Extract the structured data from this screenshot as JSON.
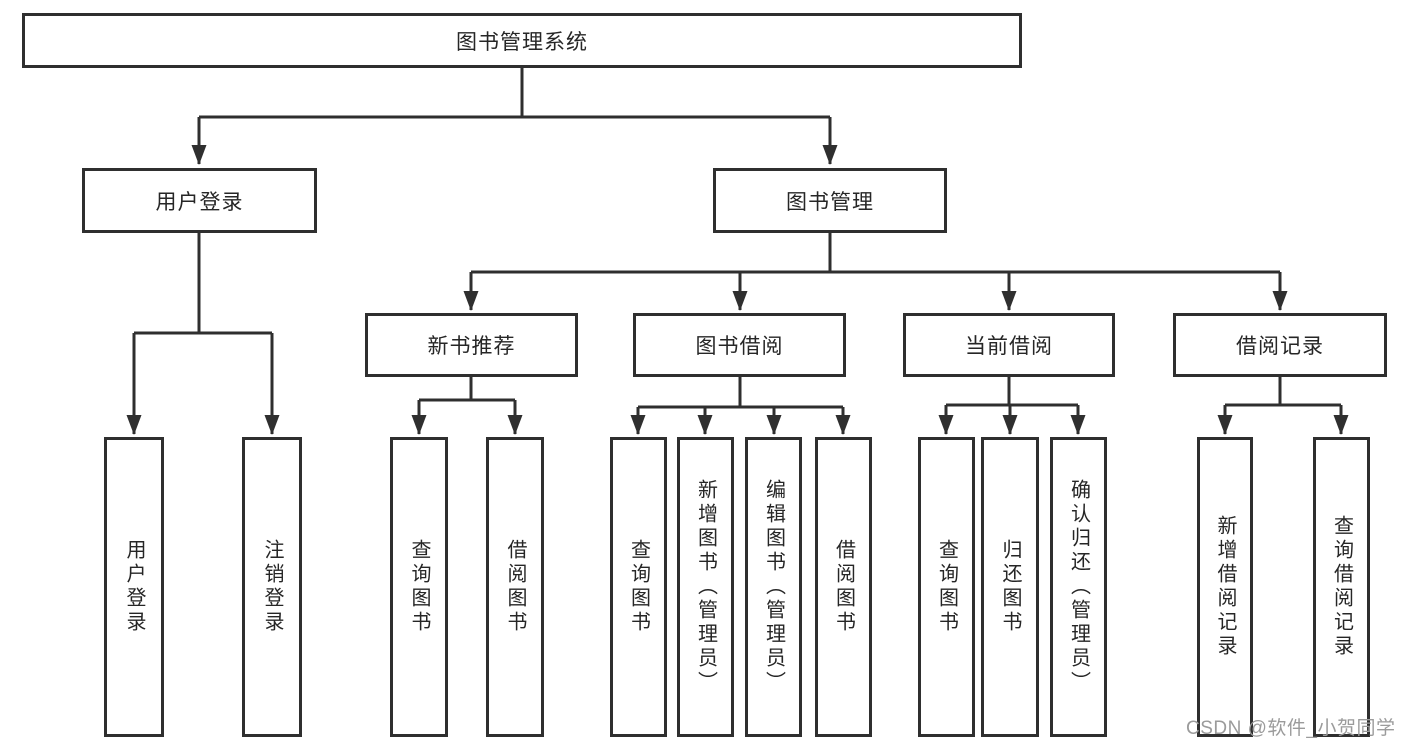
{
  "title": {
    "label": "图书管理系统"
  },
  "level1": [
    {
      "label": "用户登录"
    },
    {
      "label": "图书管理"
    }
  ],
  "level2": [
    {
      "label": "新书推荐",
      "parent": "图书管理"
    },
    {
      "label": "图书借阅",
      "parent": "图书管理"
    },
    {
      "label": "当前借阅",
      "parent": "图书管理"
    },
    {
      "label": "借阅记录",
      "parent": "图书管理"
    }
  ],
  "leaves": [
    {
      "label": "用户登录",
      "parent": "用户登录"
    },
    {
      "label": "注销登录",
      "parent": "用户登录"
    },
    {
      "label": "查询图书",
      "parent": "新书推荐"
    },
    {
      "label": "借阅图书",
      "parent": "新书推荐"
    },
    {
      "label": "查询图书",
      "parent": "图书借阅"
    },
    {
      "label": "新增图书（管理员）",
      "parent": "图书借阅"
    },
    {
      "label": "编辑图书（管理员）",
      "parent": "图书借阅"
    },
    {
      "label": "借阅图书",
      "parent": "图书借阅"
    },
    {
      "label": "查询图书",
      "parent": "当前借阅"
    },
    {
      "label": "归还图书",
      "parent": "当前借阅"
    },
    {
      "label": "确认归还（管理员）",
      "parent": "当前借阅"
    },
    {
      "label": "新增借阅记录",
      "parent": "借阅记录"
    },
    {
      "label": "查询借阅记录",
      "parent": "借阅记录"
    }
  ],
  "watermark": {
    "text": "CSDN @软件_小贺同学"
  },
  "colors": {
    "line": "#2f2f2f",
    "box_border": "#2f2f2f",
    "text": "#262626",
    "watermark": "#9b9b9b",
    "background": "#ffffff"
  }
}
